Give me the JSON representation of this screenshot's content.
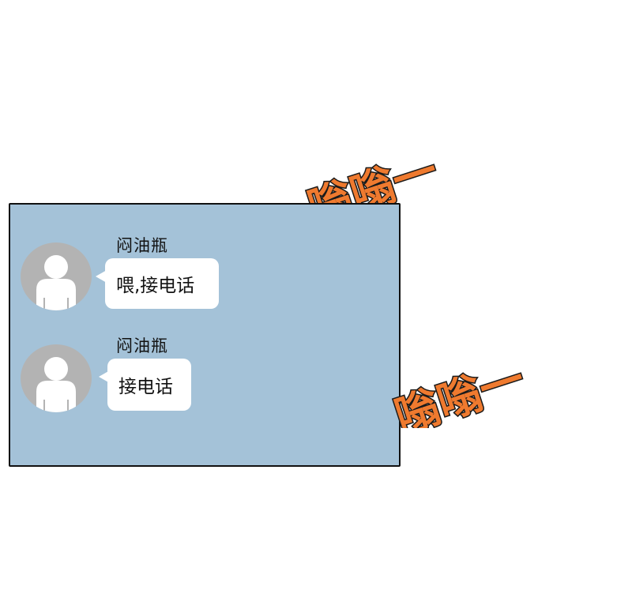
{
  "colors": {
    "panel_bg": "#a4c2d8",
    "panel_border": "#111111",
    "avatar_bg": "#b3b3b3",
    "avatar_figure": "#ffffff",
    "bubble_bg": "#ffffff",
    "sfx_fill": "#ef7a2f",
    "sfx_outline": "#1a1a1a"
  },
  "messages": [
    {
      "sender": "闷油瓶",
      "text": "喂,接电话"
    },
    {
      "sender": "闷油瓶",
      "text": "接电话"
    }
  ],
  "sound_effects": [
    {
      "text": "嗡嗡一"
    },
    {
      "text": "嗡嗡一"
    }
  ]
}
